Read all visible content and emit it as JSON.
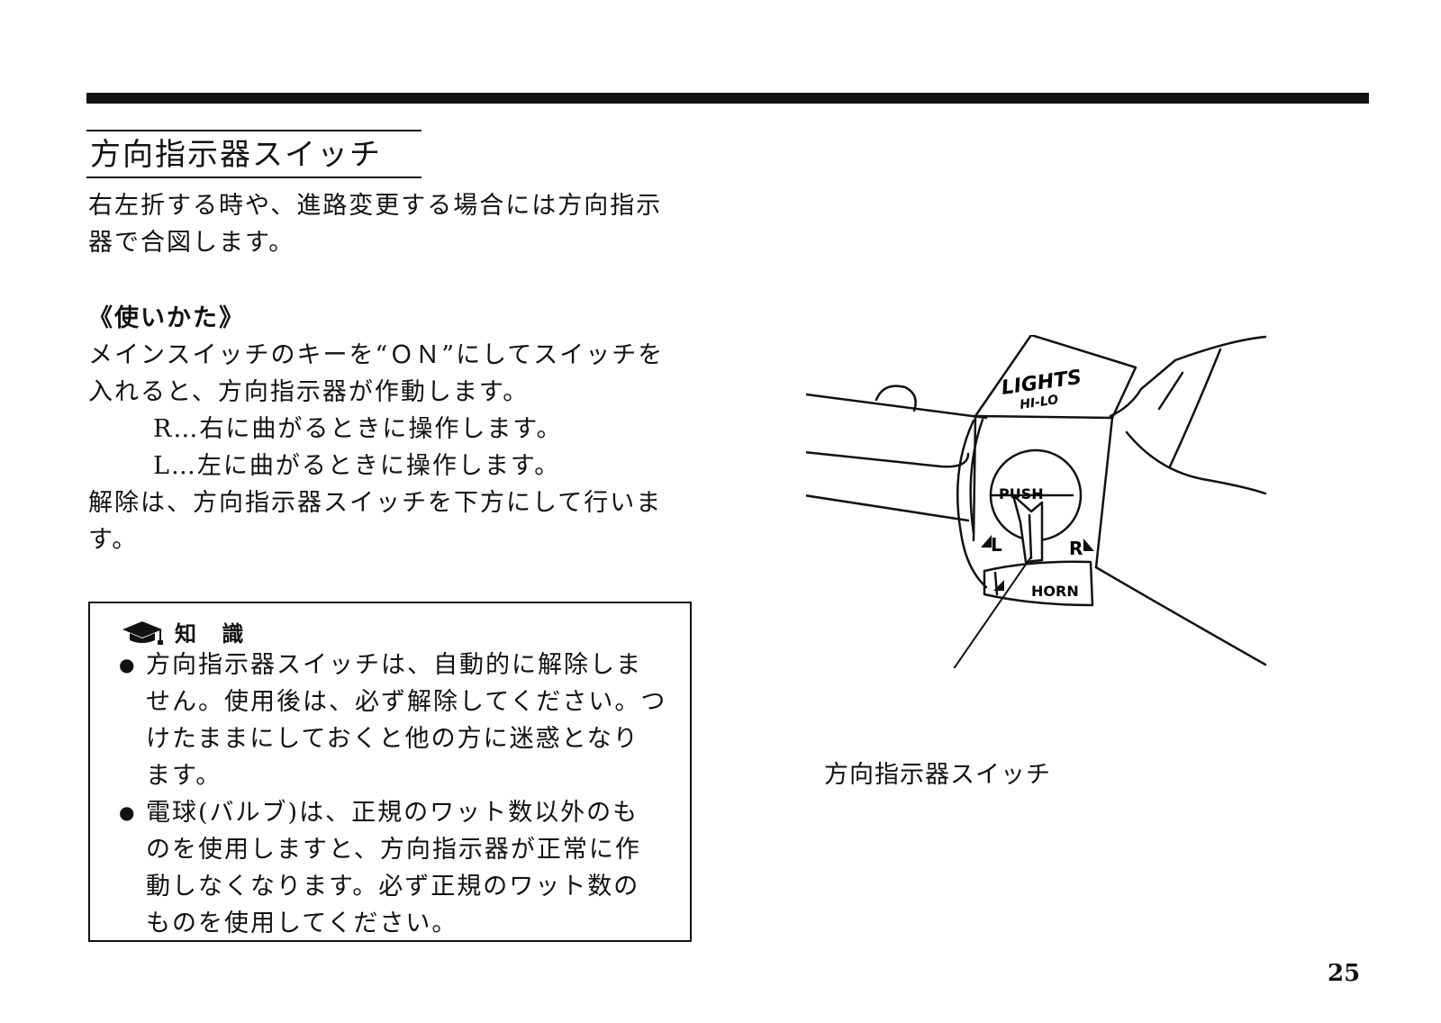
{
  "section": {
    "title": "方向指示器スイッチ",
    "intro": [
      "右左折する時や、進路変更する場合には方向指示",
      "器で合図します。"
    ]
  },
  "usage": {
    "heading": "《使いかた》",
    "lines": [
      "メインスイッチのキーを“ＯＮ”にしてスイッチを",
      "入れると、方向指示器が作動します。"
    ],
    "r_line": "R…右に曲がるときに操作します。",
    "l_line": "L…左に曲がるときに操作します。",
    "release": [
      "解除は、方向指示器スイッチを下方にして行いま",
      "す。"
    ]
  },
  "knowledge": {
    "title": "知 識",
    "icon": "graduation-cap-icon",
    "bullets": [
      [
        "方向指示器スイッチは、自動的に解除しま",
        "せん。使用後は、必ず解除してください。つ",
        "けたままにしておくと他の方に迷惑となり",
        "ます。"
      ],
      [
        "電球(バルブ)は、正規のワット数以外のも",
        "のを使用しますと、方向指示器が正常に作",
        "動しなくなります。必ず正規のワット数の",
        "ものを使用してください。"
      ]
    ]
  },
  "illustration": {
    "label_lights": "LIGHTS",
    "label_hilo": "HI-LO",
    "label_push": "PUSH",
    "label_l": "L",
    "label_r": "R",
    "label_horn": "HORN",
    "caption": "方向指示器スイッチ"
  },
  "page_number": "25"
}
